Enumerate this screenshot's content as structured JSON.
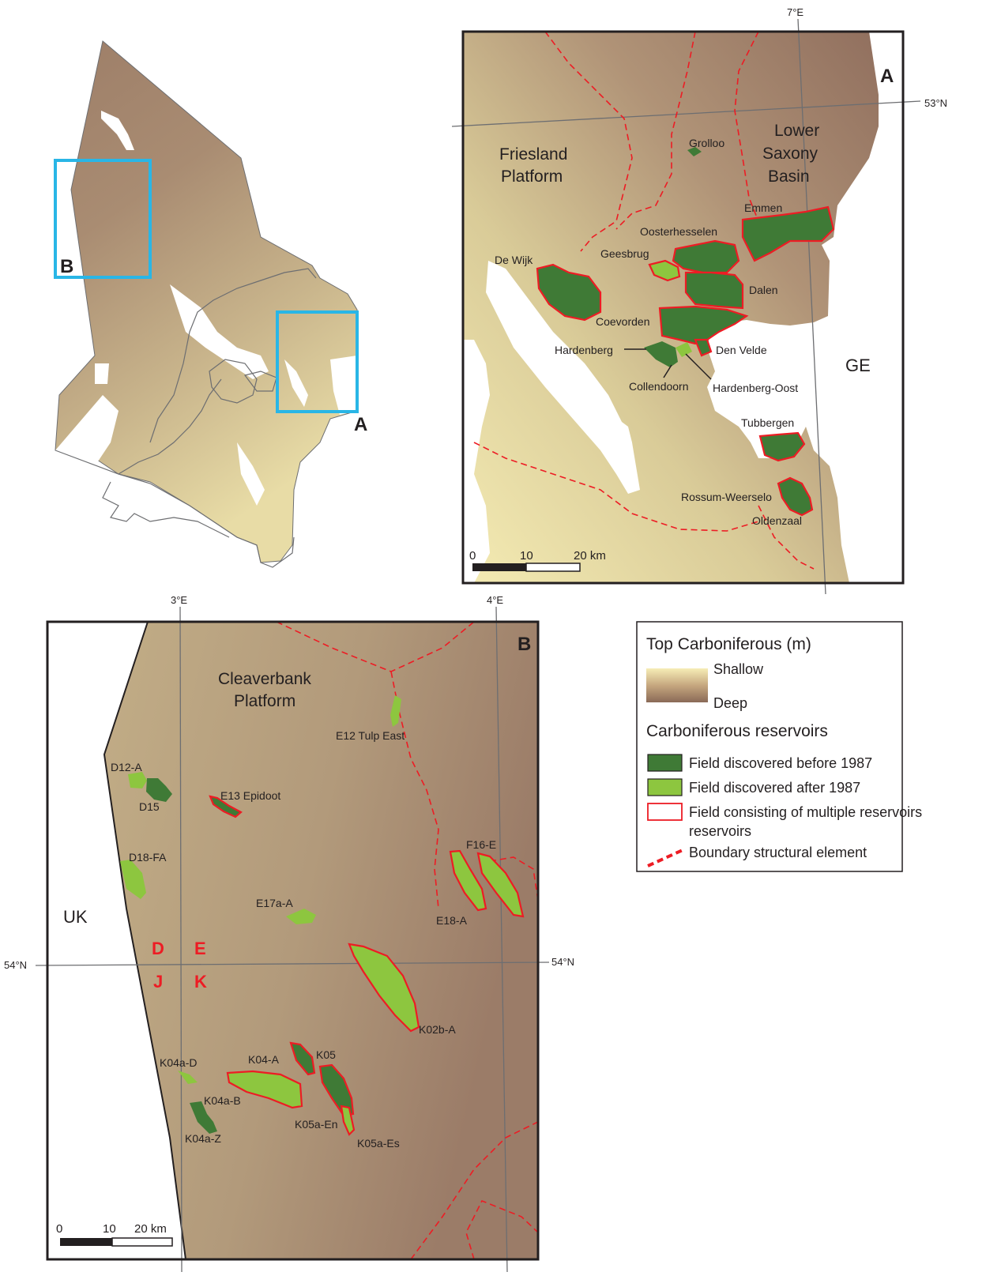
{
  "overview": {
    "box_a_label": "A",
    "box_b_label": "B"
  },
  "panel_a": {
    "letter": "A",
    "lon_label": "7°E",
    "lat_label": "53°N",
    "regions": {
      "friesland_line1": "Friesland",
      "friesland_line2": "Platform",
      "lsb_line1": "Lower",
      "lsb_line2": "Saxony",
      "lsb_line3": "Basin",
      "country": "GE"
    },
    "fields": [
      "Grolloo",
      "Emmen",
      "Oosterhesselen",
      "Geesbrug",
      "De Wijk",
      "Dalen",
      "Coevorden",
      "Hardenberg",
      "Den Velde",
      "Collendoorn",
      "Hardenberg-Oost",
      "Tubbergen",
      "Rossum-Weerselo",
      "Oldenzaal"
    ],
    "scale": {
      "zero": "0",
      "mid": "10",
      "end": "20 km"
    }
  },
  "panel_b": {
    "letter": "B",
    "lon_labels": [
      "3°E",
      "4°E"
    ],
    "lat_label": "54°N",
    "regions": {
      "cleaverbank_line1": "Cleaverbank",
      "cleaverbank_line2": "Platform",
      "country": "UK"
    },
    "blocks": [
      "D",
      "E",
      "J",
      "K"
    ],
    "fields": [
      "E12 Tulp East",
      "D12-A",
      "D15",
      "E13 Epidoot",
      "D18-FA",
      "F16-E",
      "E17a-A",
      "E18-A",
      "K02b-A",
      "K04a-D",
      "K04-A",
      "K05",
      "K04a-B",
      "K05a-En",
      "K04a-Z",
      "K05a-Es"
    ],
    "scale": {
      "zero": "0",
      "mid": "10",
      "end": "20 km"
    }
  },
  "legend": {
    "title": "Top Carboniferous (m)",
    "shallow": "Shallow",
    "deep": "Deep",
    "section": "Carboniferous reservoirs",
    "items": [
      "Field discovered before 1987",
      "Field discovered after 1987",
      "Field consisting of multiple reservoirs",
      "reservoirs",
      "Boundary structural element"
    ],
    "colors": {
      "shallow": "#f6edb6",
      "deep": "#8a6a57",
      "old_field": "#3f7a36",
      "new_field": "#8dc63f",
      "multi_outline": "#ed1c24",
      "boundary": "#ed1c24",
      "overview_box": "#29b6e6"
    }
  }
}
